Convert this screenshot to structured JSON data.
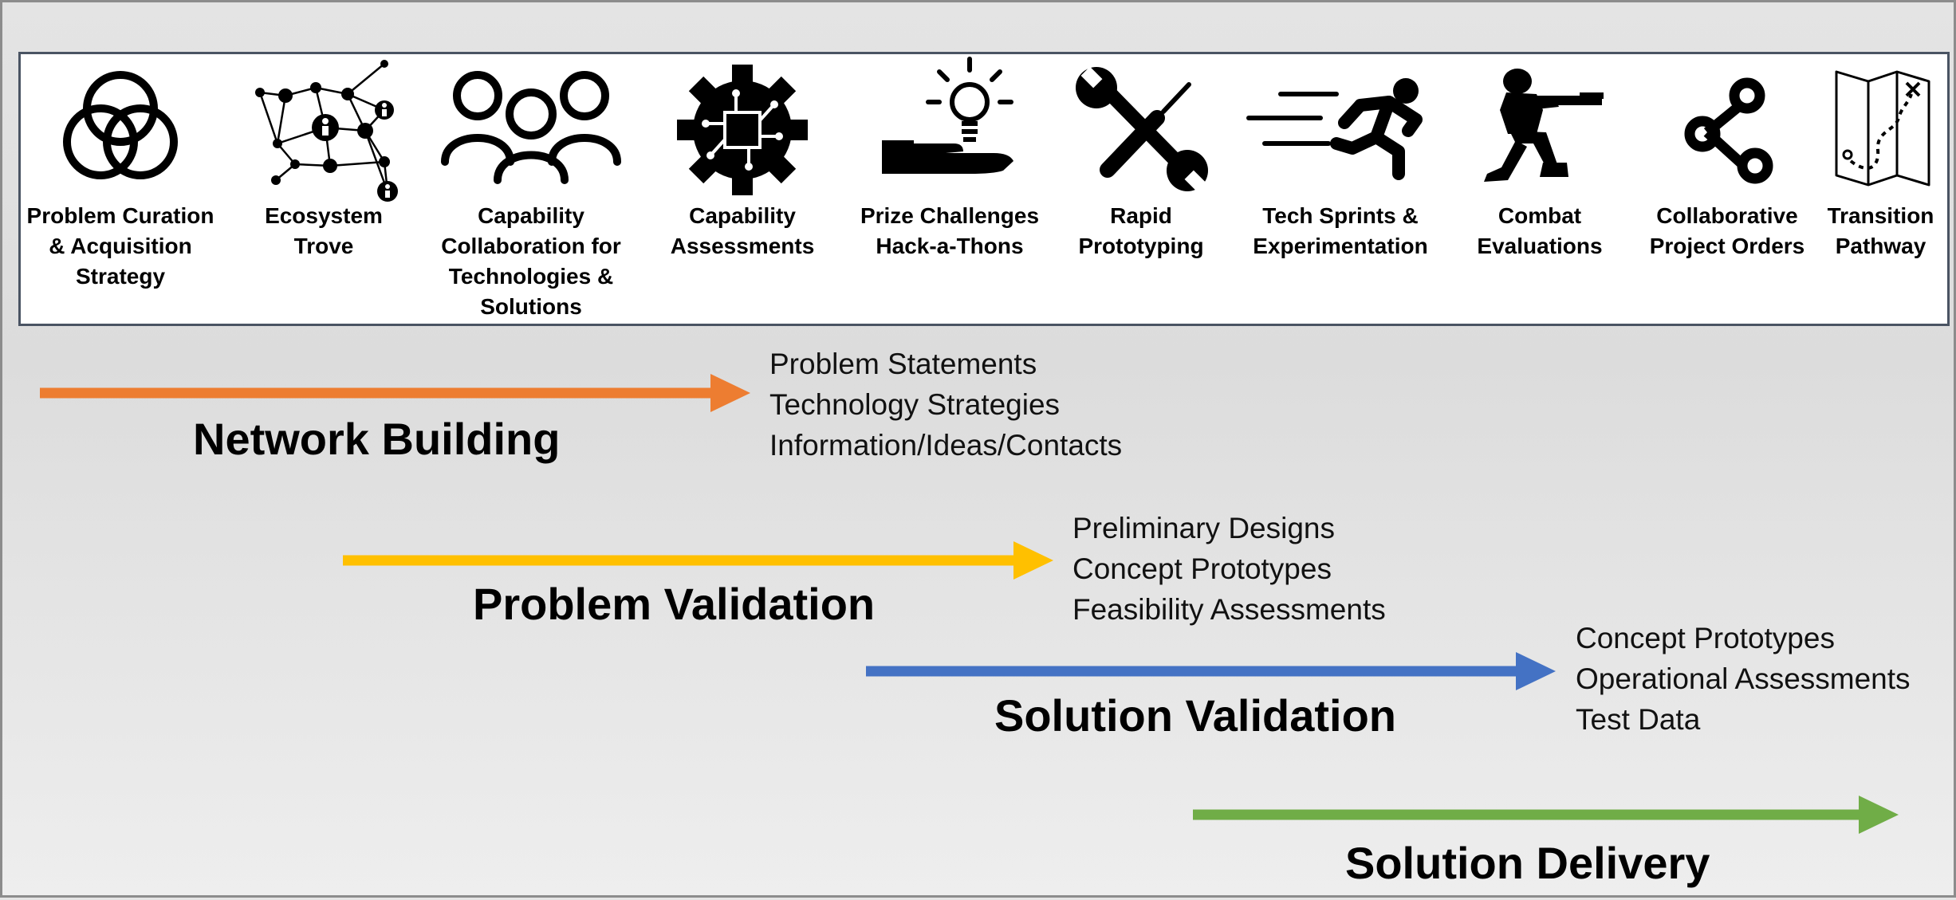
{
  "tools": [
    {
      "id": "problem-curation",
      "icon": "three-rings-icon",
      "label": "Problem Curation\n& Acquisition\nStrategy"
    },
    {
      "id": "ecosystem-trove",
      "icon": "network-people-icon",
      "label": "Ecosystem\nTrove"
    },
    {
      "id": "capability-collaboration",
      "icon": "people-group-icon",
      "label": "Capability\nCollaboration for\nTechnologies &\nSolutions"
    },
    {
      "id": "capability-assessments",
      "icon": "circuit-gear-icon",
      "label": "Capability\nAssessments"
    },
    {
      "id": "prize-challenges",
      "icon": "lightbulb-hand-icon",
      "label": "Prize Challenges\nHack-a-Thons"
    },
    {
      "id": "rapid-prototyping",
      "icon": "wrench-screwdriver-icon",
      "label": "Rapid\nPrototyping"
    },
    {
      "id": "tech-sprints",
      "icon": "sprinter-icon",
      "label": "Tech Sprints &\nExperimentation"
    },
    {
      "id": "combat-evaluations",
      "icon": "kneeling-soldier-icon",
      "label": "Combat\nEvaluations"
    },
    {
      "id": "collaborative-project-orders",
      "icon": "share-nodes-icon",
      "label": "Collaborative\nProject Orders"
    },
    {
      "id": "transition-pathway",
      "icon": "trail-map-icon",
      "label": "Transition\nPathway"
    }
  ],
  "stages": [
    {
      "id": "network-building",
      "title": "Network Building",
      "color": "#ed7d31",
      "outputs": [
        "Problem Statements",
        "Technology Strategies",
        "Information/Ideas/Contacts"
      ]
    },
    {
      "id": "problem-validation",
      "title": "Problem Validation",
      "color": "#ffc000",
      "outputs": [
        "Preliminary Designs",
        "Concept Prototypes",
        "Feasibility Assessments"
      ]
    },
    {
      "id": "solution-validation",
      "title": "Solution Validation",
      "color": "#4472c4",
      "outputs": [
        "Concept Prototypes",
        "Operational Assessments",
        "Test Data"
      ]
    },
    {
      "id": "solution-delivery",
      "title": "Solution Delivery",
      "color": "#70ad47",
      "outputs": []
    }
  ]
}
